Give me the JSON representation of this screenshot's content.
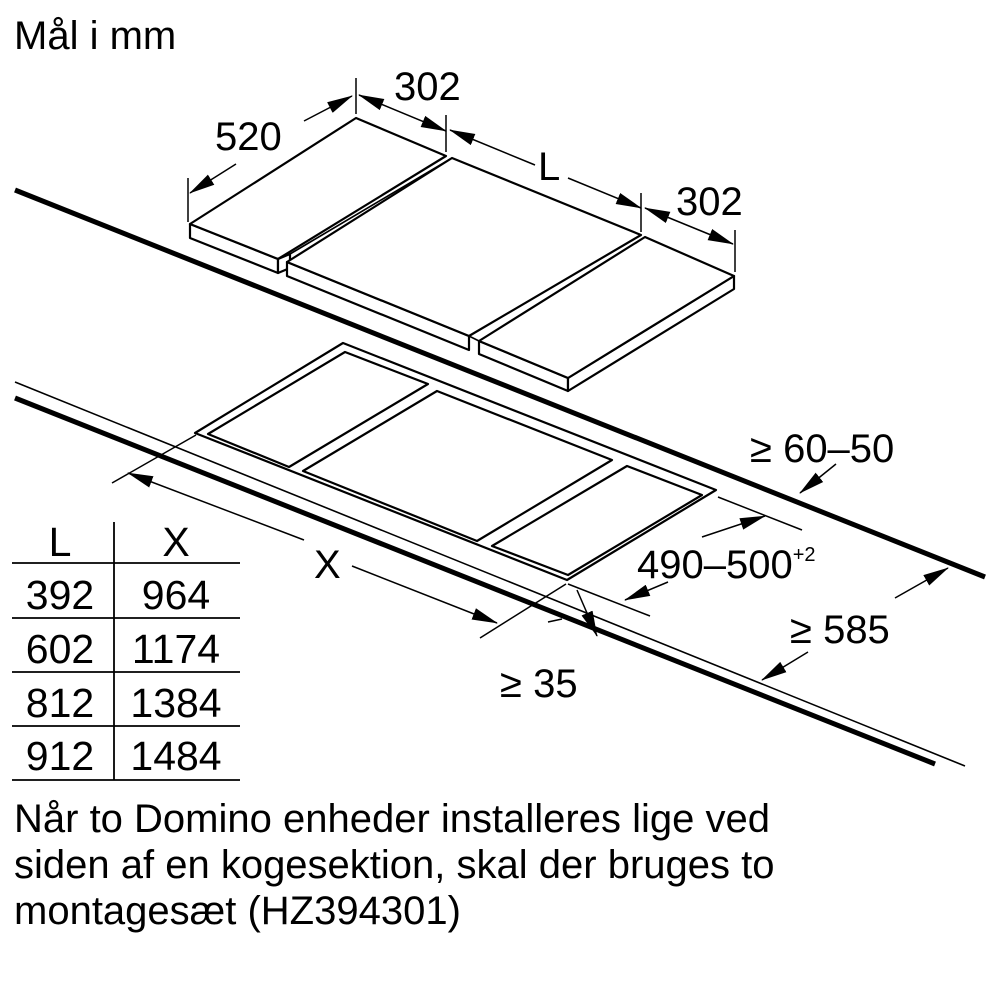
{
  "title": "Mål i mm",
  "dimensions": {
    "side_width_left": "302",
    "depth": "520",
    "middle_length": "L",
    "side_width_right": "302",
    "front_clearance": "≥ 60–50",
    "cutout_depth": "490–500",
    "cutout_depth_tolerance": "+2",
    "cutout_length": "X",
    "wall_distance": "≥ 585",
    "edge_distance": "≥ 35"
  },
  "table": {
    "headers": [
      "L",
      "X"
    ],
    "rows": [
      [
        "392",
        "964"
      ],
      [
        "602",
        "1174"
      ],
      [
        "812",
        "1384"
      ],
      [
        "912",
        "1484"
      ]
    ]
  },
  "note": {
    "lines": [
      "Når to Domino enheder installeres lige ved",
      "siden af en kogesektion, skal der bruges to",
      "montagesæt (HZ394301)"
    ]
  }
}
